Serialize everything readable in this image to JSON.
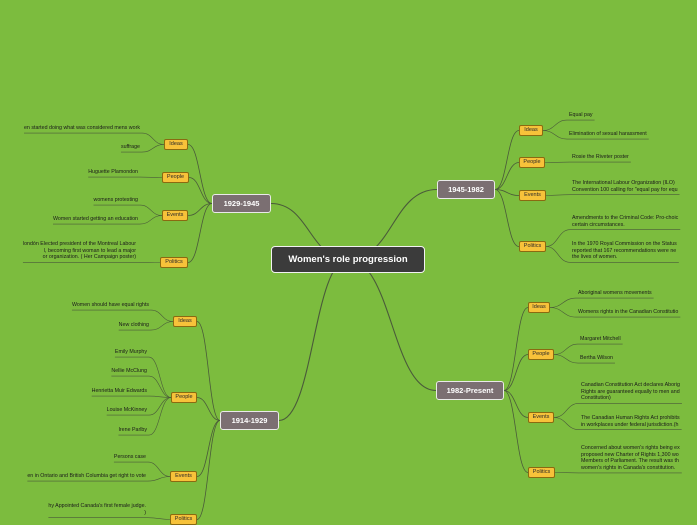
{
  "title": "Women's role progression",
  "branches": [
    {
      "key": "b1929",
      "label": "1929-1945",
      "categories": [
        {
          "label": "Ideas",
          "items": [
            "en started doing what was considered mens work",
            "suffrage"
          ]
        },
        {
          "label": "People",
          "items": [
            "Huguette Plamondon"
          ]
        },
        {
          "label": "Events",
          "items": [
            "womens protesting",
            "Women started getting an education"
          ]
        },
        {
          "label": "Politics",
          "items": [
            "londón Elected president of the Montreal Labour\nl, becoming first woman to lead a major\nor organization. ( Her Campaign poster)"
          ]
        }
      ]
    },
    {
      "key": "b1914",
      "label": "1914-1929",
      "categories": [
        {
          "label": "Ideas",
          "items": [
            "Women should have equal rights",
            "New clothing"
          ]
        },
        {
          "label": "People",
          "items": [
            "Emily Murphy",
            "Nellie McClung",
            "Henrietta Muir Edwards",
            "Louise McKinney",
            "Irene Parlby"
          ]
        },
        {
          "label": "Events",
          "items": [
            "Persons case",
            "en in Ontario and British Columbia get right to vote"
          ]
        },
        {
          "label": "Politics",
          "items": [
            "hy Appointed Canada's first female judge.\n)"
          ]
        }
      ]
    },
    {
      "key": "b1945",
      "label": "1945-1982",
      "categories": [
        {
          "label": "Ideas",
          "items": [
            "Equal pay",
            "Elimination of sexual harassment"
          ]
        },
        {
          "label": "People",
          "items": [
            "Rosie the Riveter poster"
          ]
        },
        {
          "label": "Events",
          "items": [
            "The International Labour Organization (ILO)\nConvention 100 calling for \"equal pay for equ"
          ]
        },
        {
          "label": "Politics",
          "items": [
            "Amendments to the Criminal Code: Pro-choic\ncertain circumstances.",
            "In the 1970 Royal Commission on the Status\nreported that 167 recommendations were ne\nthe lives of women."
          ]
        }
      ]
    },
    {
      "key": "b1982",
      "label": "1982-Present",
      "categories": [
        {
          "label": "Ideas",
          "items": [
            "Aboriginal womens movements",
            "Womens rights in the Canadian Constitutio"
          ]
        },
        {
          "label": "People",
          "items": [
            "Margaret Mitchell",
            "Bertha Wilson"
          ]
        },
        {
          "label": "Events",
          "items": [
            "Canadian Constitution Act declares Aborig\nRights are guaranteed equally to men and\nConstitution)",
            "The Canadian Human Rights Act prohibits\nin workplaces under federal jurisdiction.(h"
          ]
        },
        {
          "label": "Politics",
          "items": [
            "Concerned about women's rights being ex\nproposed new Charter of Rights 1,300 wo\nMembers of Parliament. The result was th\nwomen's rights in Canada's constitution."
          ]
        }
      ]
    }
  ]
}
